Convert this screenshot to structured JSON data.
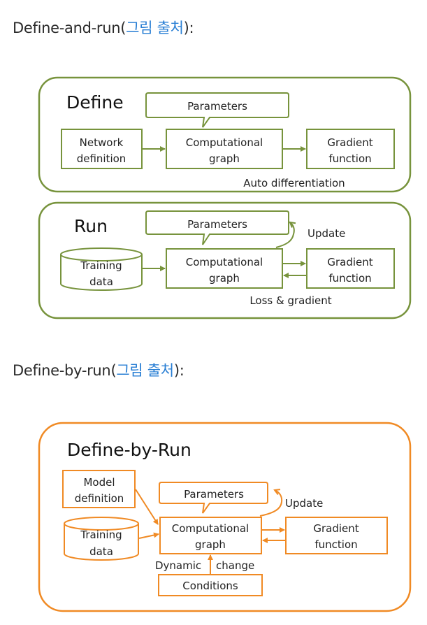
{
  "sections": [
    {
      "heading": {
        "prefix": "Define-and-run",
        "open": "(",
        "link": "그림 출처",
        "close": "):"
      }
    },
    {
      "heading": {
        "prefix": "Define-by-run",
        "open": "(",
        "link": "그림 출처",
        "close": "):"
      }
    }
  ],
  "diagram1": {
    "define": {
      "title": "Define",
      "parameters": "Parameters",
      "network_definition": [
        "Network",
        "definition"
      ],
      "computational_graph": [
        "Computational",
        "graph"
      ],
      "gradient_function": [
        "Gradient",
        "function"
      ],
      "auto_diff": "Auto differentiation"
    },
    "run": {
      "title": "Run",
      "parameters": "Parameters",
      "update": "Update",
      "training_data": [
        "Training",
        "data"
      ],
      "computational_graph": [
        "Computational",
        "graph"
      ],
      "gradient_function": [
        "Gradient",
        "function"
      ],
      "loss_gradient": "Loss & gradient"
    },
    "colors": {
      "stroke": "#77933c",
      "stroke_dark": "#5f7a2a"
    }
  },
  "diagram2": {
    "title": "Define-by-Run",
    "model_definition": [
      "Model",
      "definition"
    ],
    "training_data": [
      "Training",
      "data"
    ],
    "parameters": "Parameters",
    "update": "Update",
    "computational_graph": [
      "Computational",
      "graph"
    ],
    "gradient_function": [
      "Gradient",
      "function"
    ],
    "dynamic_change": [
      "Dynamic",
      "change"
    ],
    "conditions": "Conditions",
    "colors": {
      "stroke": "#f08a24"
    }
  }
}
